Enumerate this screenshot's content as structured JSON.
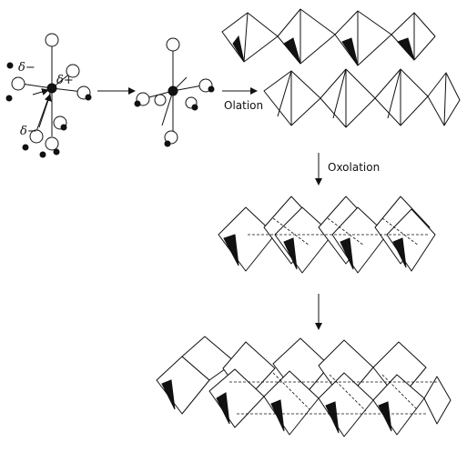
{
  "labels": {
    "delta_minus": "δ−",
    "delta_plus": "δ+",
    "olation": "Olation",
    "oxolation": "Oxolation"
  },
  "colors": {
    "ink": "#111111",
    "paper": "#ffffff"
  }
}
